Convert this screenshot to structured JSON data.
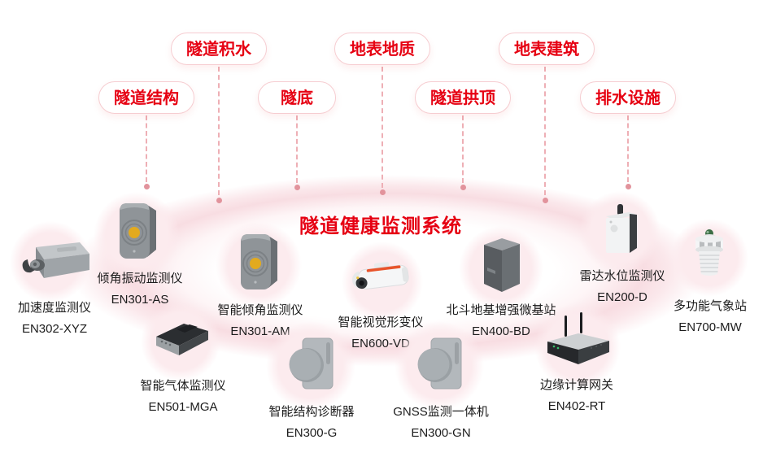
{
  "title": "隧道健康监测系统",
  "pills": [
    {
      "label": "隧道积水"
    },
    {
      "label": "地表地质"
    },
    {
      "label": "地表建筑"
    },
    {
      "label": "隧道结构"
    },
    {
      "label": "隧底"
    },
    {
      "label": "隧道拱顶"
    },
    {
      "label": "排水设施"
    }
  ],
  "devices": [
    {
      "name": "加速度监测仪",
      "model": "EN302-XYZ"
    },
    {
      "name": "倾角振动监测仪",
      "model": "EN301-AS"
    },
    {
      "name": "智能气体监测仪",
      "model": "EN501-MGA"
    },
    {
      "name": "智能倾角监测仪",
      "model": "EN301-AM"
    },
    {
      "name": "智能结构诊断器",
      "model": "EN300-G"
    },
    {
      "name": "智能视觉形变仪",
      "model": "EN600-VD"
    },
    {
      "name": "GNSS监测一体机",
      "model": "EN300-GN"
    },
    {
      "name": "北斗地基增强微基站",
      "model": "EN400-BD"
    },
    {
      "name": "边缘计算网关",
      "model": "EN402-RT"
    },
    {
      "name": "雷达水位监测仪",
      "model": "EN200-D"
    },
    {
      "name": "多功能气象站",
      "model": "EN700-MW"
    }
  ],
  "colors": {
    "accent_red": "#e60012",
    "pill_border": "#f6cdd1",
    "dashed_line": "#eeafb5",
    "pink_blob": "#fcebee",
    "label_text": "#1c1c1c"
  }
}
